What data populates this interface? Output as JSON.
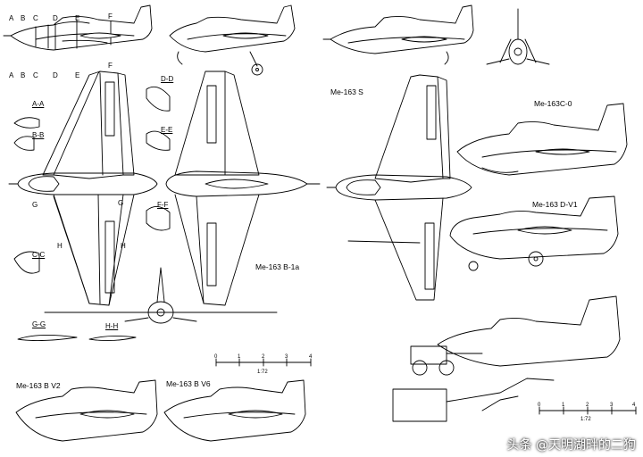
{
  "stations": [
    "A",
    "B",
    "C",
    "D",
    "E",
    "F"
  ],
  "sections": {
    "aa": "A-A",
    "bb": "B-B",
    "cc": "C-C",
    "dd": "D-D",
    "ee": "E-E",
    "ff": "F-F",
    "gg": "G-G",
    "hh": "H-H",
    "g": "G",
    "h": "H"
  },
  "variants": {
    "b1a": "Me-163 B-1a",
    "s": "Me-163 S",
    "c0": "Me-163C-0",
    "dv1": "Me-163 D-V1",
    "bv2": "Me-163 B V2",
    "bv6": "Me-163 B V6"
  },
  "scale": {
    "ticks": [
      "0",
      "1",
      "2",
      "3",
      "4"
    ],
    "ratio": "1:72"
  },
  "watermark": "头条 @天明湖畔的二狗"
}
